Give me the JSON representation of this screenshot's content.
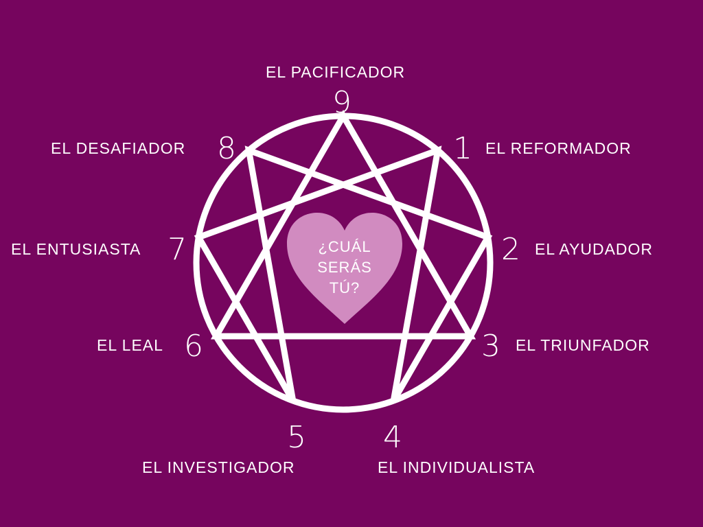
{
  "colors": {
    "background": "#76055e",
    "lines": "#ffffff",
    "heart": "#d18bc0"
  },
  "points": [
    {
      "number": "9",
      "label": "EL PACIFICADOR"
    },
    {
      "number": "1",
      "label": "EL REFORMADOR"
    },
    {
      "number": "2",
      "label": "EL AYUDADOR"
    },
    {
      "number": "3",
      "label": "EL TRIUNFADOR"
    },
    {
      "number": "4",
      "label": "EL INDIVIDUALISTA"
    },
    {
      "number": "5",
      "label": "EL INVESTIGADOR"
    },
    {
      "number": "6",
      "label": "EL LEAL"
    },
    {
      "number": "7",
      "label": "EL ENTUSIASTA"
    },
    {
      "number": "8",
      "label": "EL DESAFIADOR"
    }
  ],
  "heart": {
    "lines": [
      "¿CUÁL",
      "SERÁS",
      "TÚ?"
    ]
  },
  "connections": {
    "triangle": [
      "9",
      "3",
      "6"
    ],
    "hexad": [
      "1",
      "4",
      "2",
      "8",
      "5",
      "7"
    ]
  }
}
